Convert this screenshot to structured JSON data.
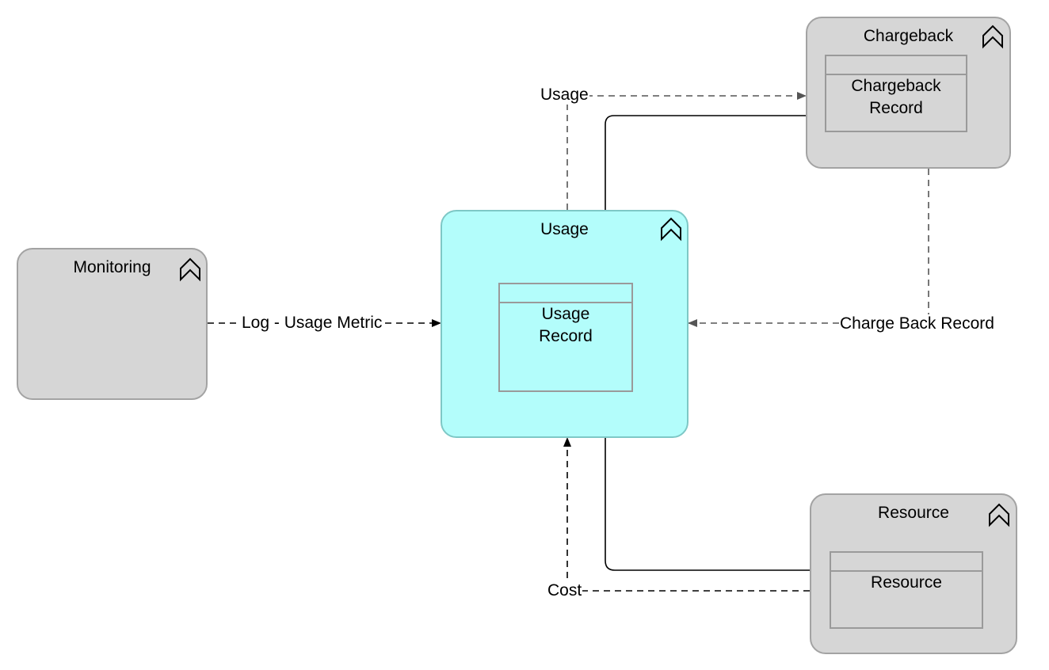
{
  "nodes": {
    "monitoring": {
      "title": "Monitoring"
    },
    "usage": {
      "title": "Usage",
      "inner_label": "Usage\nRecord"
    },
    "chargeback": {
      "title": "Chargeback",
      "inner_label": "Chargeback\nRecord"
    },
    "resource": {
      "title": "Resource",
      "inner_label": "Resource"
    }
  },
  "edges": {
    "log_usage_metric": "Log - Usage Metric",
    "usage_to_chargeback": "Usage",
    "charge_back_record": "Charge Back Record",
    "cost": "Cost"
  },
  "colors": {
    "grey_fill": "#d6d6d6",
    "usage_fill": "#b3fdfb",
    "dashed_line": "#555555",
    "solid_line": "#000000"
  }
}
